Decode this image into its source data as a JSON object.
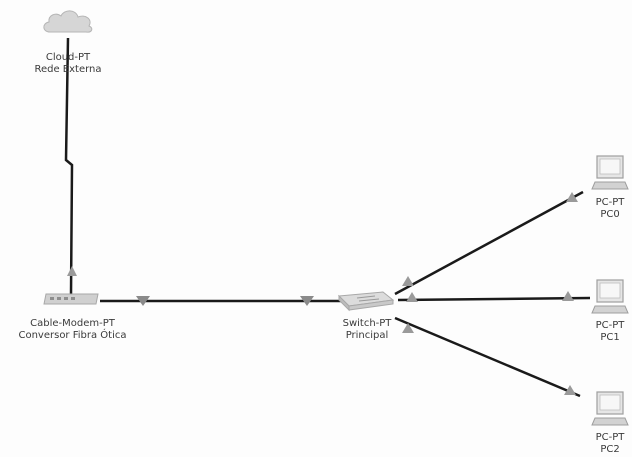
{
  "devices": {
    "cloud": {
      "type": "Cloud-PT",
      "name": "Rede Externa"
    },
    "modem": {
      "type": "Cable-Modem-PT",
      "name": "Conversor Fibra Ótica"
    },
    "switch": {
      "type": "Switch-PT",
      "name": "Principal"
    },
    "pc0": {
      "type": "PC-PT",
      "name": "PC0"
    },
    "pc1": {
      "type": "PC-PT",
      "name": "PC1"
    },
    "pc2": {
      "type": "PC-PT",
      "name": "PC2"
    }
  },
  "links": [
    {
      "from": "cloud",
      "to": "modem",
      "kind": "serial"
    },
    {
      "from": "modem",
      "to": "switch",
      "kind": "copper"
    },
    {
      "from": "switch",
      "to": "pc0",
      "kind": "copper"
    },
    {
      "from": "switch",
      "to": "pc1",
      "kind": "copper"
    },
    {
      "from": "switch",
      "to": "pc2",
      "kind": "copper"
    }
  ],
  "colors": {
    "link": "#1a1a1a",
    "link_status": "#9a9a9a",
    "device": "#c8c8c8",
    "label": "#3a3a3a"
  }
}
